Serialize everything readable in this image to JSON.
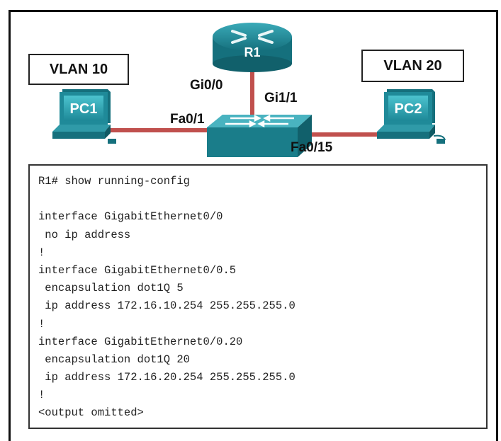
{
  "topology": {
    "vlan10_label": "VLAN 10",
    "vlan20_label": "VLAN 20",
    "router_name": "R1",
    "pc1_name": "PC1",
    "pc2_name": "PC2",
    "ports": {
      "router_gi00": "Gi0/0",
      "switch_gi11": "Gi1/1",
      "switch_fa01": "Fa0/1",
      "switch_fa015": "Fa0/15"
    },
    "colors": {
      "device_teal": "#1f8a99",
      "device_teal_dark": "#11606b",
      "link_red": "#c0504d"
    }
  },
  "config": {
    "lines": [
      "R1# show running-config",
      "",
      "interface GigabitEthernet0/0",
      " no ip address",
      "!",
      "interface GigabitEthernet0/0.5",
      " encapsulation dot1Q 5",
      " ip address 172.16.10.254 255.255.255.0",
      "!",
      "interface GigabitEthernet0/0.20",
      " encapsulation dot1Q 20",
      " ip address 172.16.20.254 255.255.255.0",
      "!",
      "<output omitted>"
    ]
  }
}
